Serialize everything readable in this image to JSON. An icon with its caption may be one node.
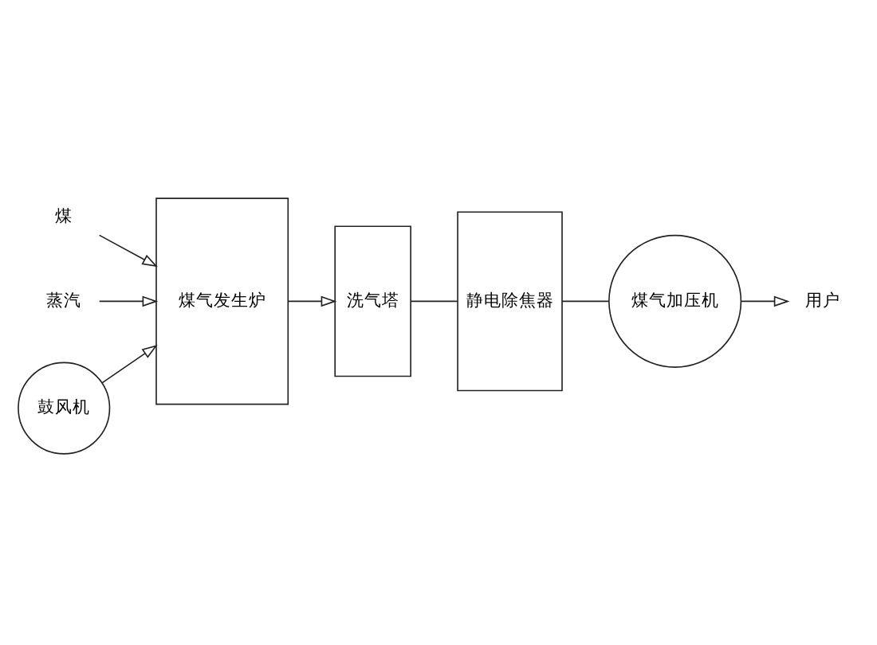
{
  "diagram": {
    "nodes": [
      {
        "text": [
          "煤"
        ]
      },
      {
        "text": [
          "煤气发生炉"
        ]
      },
      {
        "text": [
          "蒸汽"
        ]
      },
      {
        "text": [
          "鼓风机"
        ]
      },
      {
        "text": [
          "洗气塔"
        ]
      },
      {
        "text": [
          "静电除焦器"
        ]
      },
      {
        "text": [
          "煤气加压机"
        ]
      },
      {
        "text": [
          "用户"
        ]
      }
    ],
    "edges": [
      {
        "from": 0,
        "to": 1,
        "arrow": "to"
      },
      {
        "from": 1,
        "to": 4,
        "arrow": "to"
      },
      {
        "from": 4,
        "to": 5,
        "arrow": "none"
      },
      {
        "from": 5,
        "to": 6,
        "arrow": "none"
      },
      {
        "from": 6,
        "to": 7,
        "arrow": "to"
      },
      {
        "from": 2,
        "to": 1,
        "arrow": "to"
      },
      {
        "from": 3,
        "to": 1,
        "arrow": "to"
      }
    ]
  }
}
